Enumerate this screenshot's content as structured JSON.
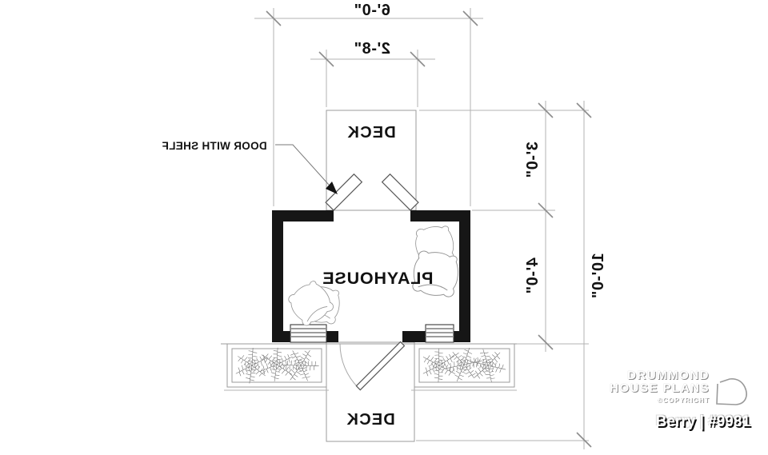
{
  "plan": {
    "labels": {
      "playhouse": "PLAYHOUSE",
      "deck_top": "DECK",
      "deck_bottom": "DECK",
      "door_note": "DOOR WITH SHELF"
    },
    "dimensions": {
      "overall_width": "6'-0\"",
      "front_deck_width": "2'-8\"",
      "deck_depth": "3'-0\"",
      "playhouse_depth": "4'-0\"",
      "overall_depth": "10'-0\""
    },
    "orientation_note": "plan artwork is horizontally mirrored"
  },
  "branding": {
    "name_line1": "DRUMMOND",
    "name_line2": "HOUSE PLANS",
    "copyright": "©COPYRIGHT",
    "plan_id": "Berry | #9981"
  },
  "colors": {
    "wall": "#161616",
    "ink": "#121212",
    "dim_line": "#b3b3b3",
    "thin_line": "#9b9b9b",
    "watermark_shadow": "#8a8a8a",
    "background": "#ffffff"
  }
}
